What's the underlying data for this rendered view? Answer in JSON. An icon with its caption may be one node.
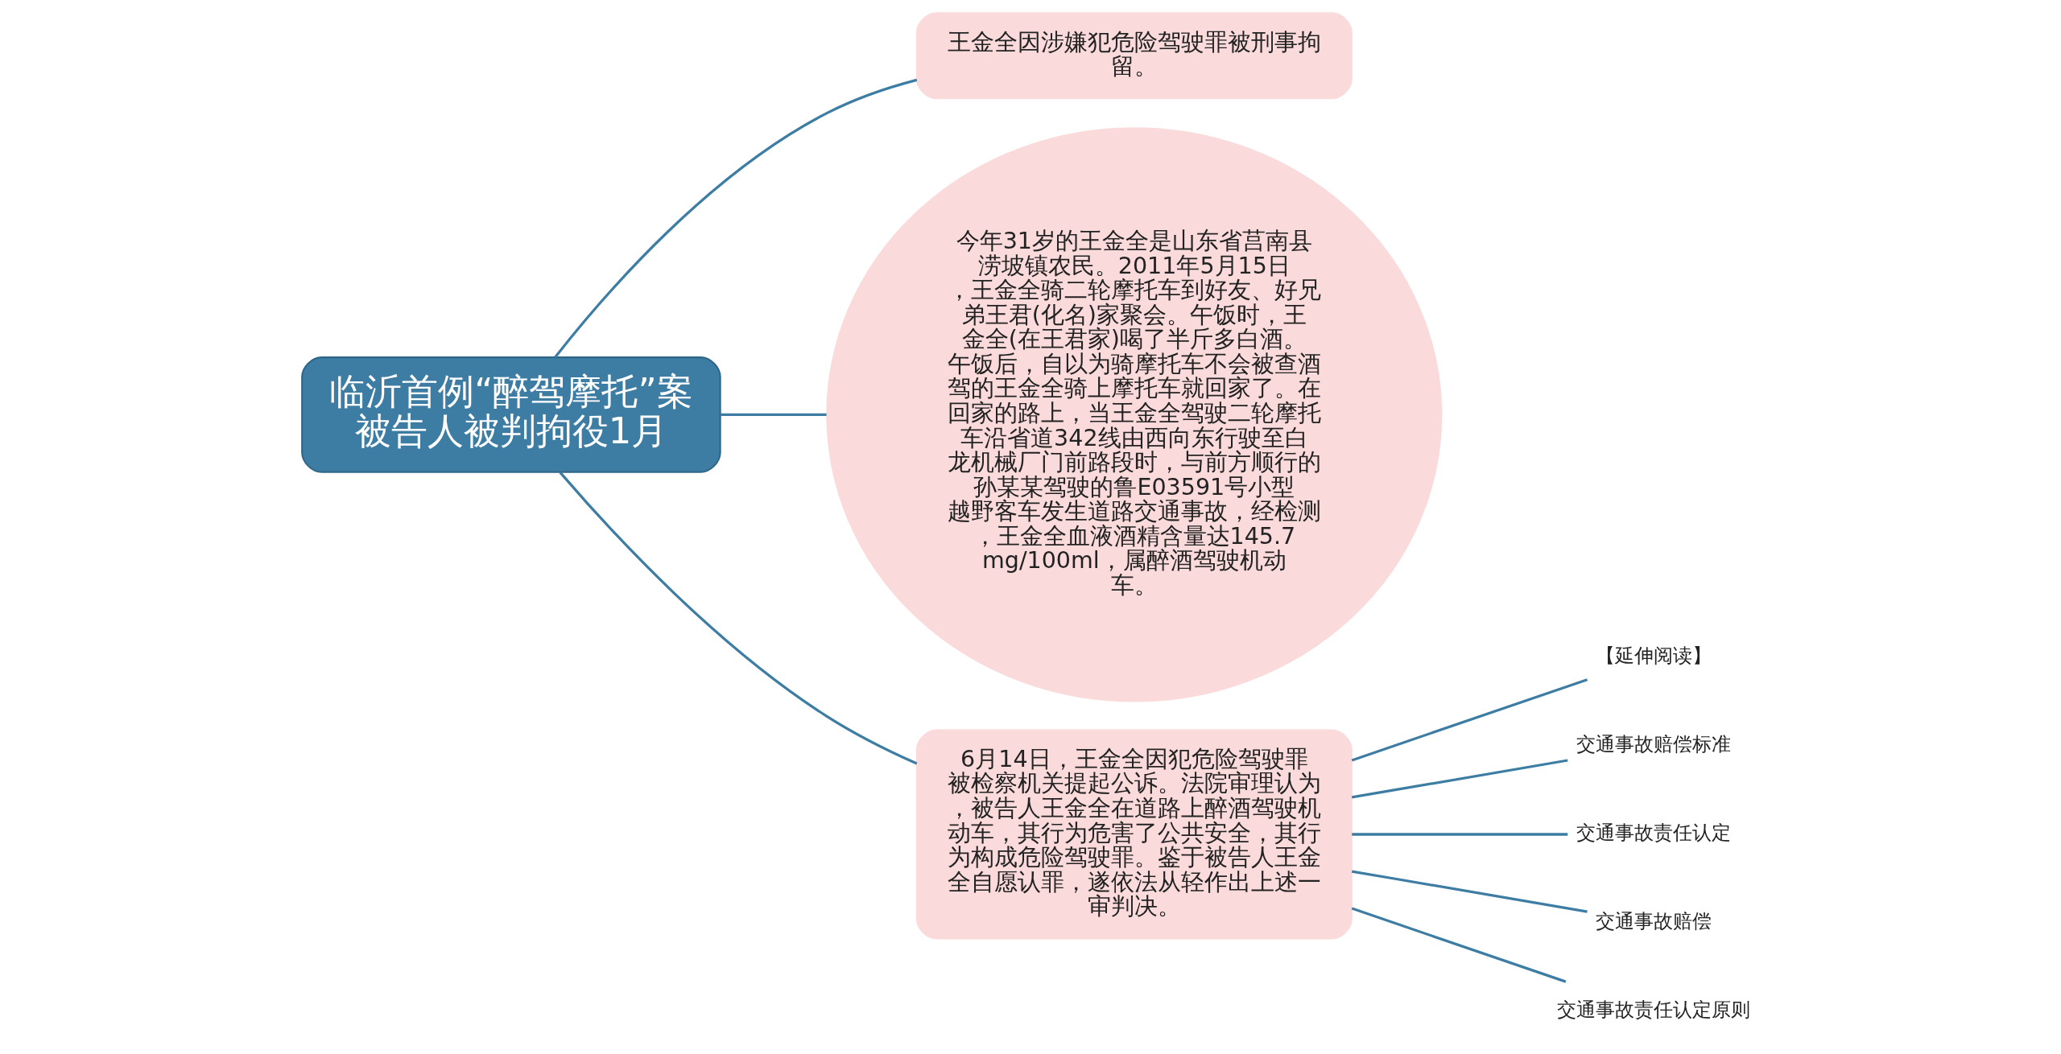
{
  "diagram": {
    "nodes": [
      {
        "text": [
          "临沂首例“醉驾摩托”案被告人被判拘役1月"
        ]
      },
      {
        "text": [
          "王金全因涉嫌犯危险驾驶罪被刑事拘留。"
        ]
      },
      {
        "text": [
          "今年31岁的王金全是山东省莒南县涝坡镇农民。2011年5月15日，王金全骑二轮摩托车到好友、好兄弟王君(化名)家聚会。午饭时，王金全(在王君家)喝了半斤多白酒。午饭后，自以为骑摩托车不会被查酒驾的王金全骑上摩托车就回家了。在回家的路上，当王金全驾驶二轮摩托车沿省道342线由西向东行驶至白龙机械厂门前路段时，与前方顺行的孙某某驾驶的鲁E03591号小型越野客车发生道路交通事故，经检测，王金全血液酒精含量达145.7mg/100ml，属醉酒驾驶机动车。"
        ]
      },
      {
        "text": [
          "6月14日，王金全因犯危险驾驶罪被检察机关提起公诉。法院审理认为，被告人王金全在道路上醉酒驾驶机动车，其行为危害了公共安全，其行为构成危险驾驶罪。鉴于被告人王金全自愿认罪，遂依法从轻作出上述一审判决。"
        ]
      },
      {
        "text": [
          "【延伸阅读】"
        ]
      },
      {
        "text": [
          "交通事故赔偿标准"
        ]
      },
      {
        "text": [
          "交通事故责任认定"
        ]
      },
      {
        "text": [
          "交通事故赔偿"
        ]
      },
      {
        "text": [
          "交通事故责任认定原则"
        ]
      }
    ],
    "edges": [
      {
        "from": 0,
        "to": 1,
        "arrow": "none"
      },
      {
        "from": 0,
        "to": 2,
        "arrow": "none"
      },
      {
        "from": 0,
        "to": 3,
        "arrow": "none"
      },
      {
        "from": 3,
        "to": 4,
        "arrow": "none"
      },
      {
        "from": 3,
        "to": 5,
        "arrow": "none"
      },
      {
        "from": 3,
        "to": 6,
        "arrow": "none"
      },
      {
        "from": 3,
        "to": 7,
        "arrow": "none"
      },
      {
        "from": 3,
        "to": 8,
        "arrow": "none"
      }
    ]
  }
}
